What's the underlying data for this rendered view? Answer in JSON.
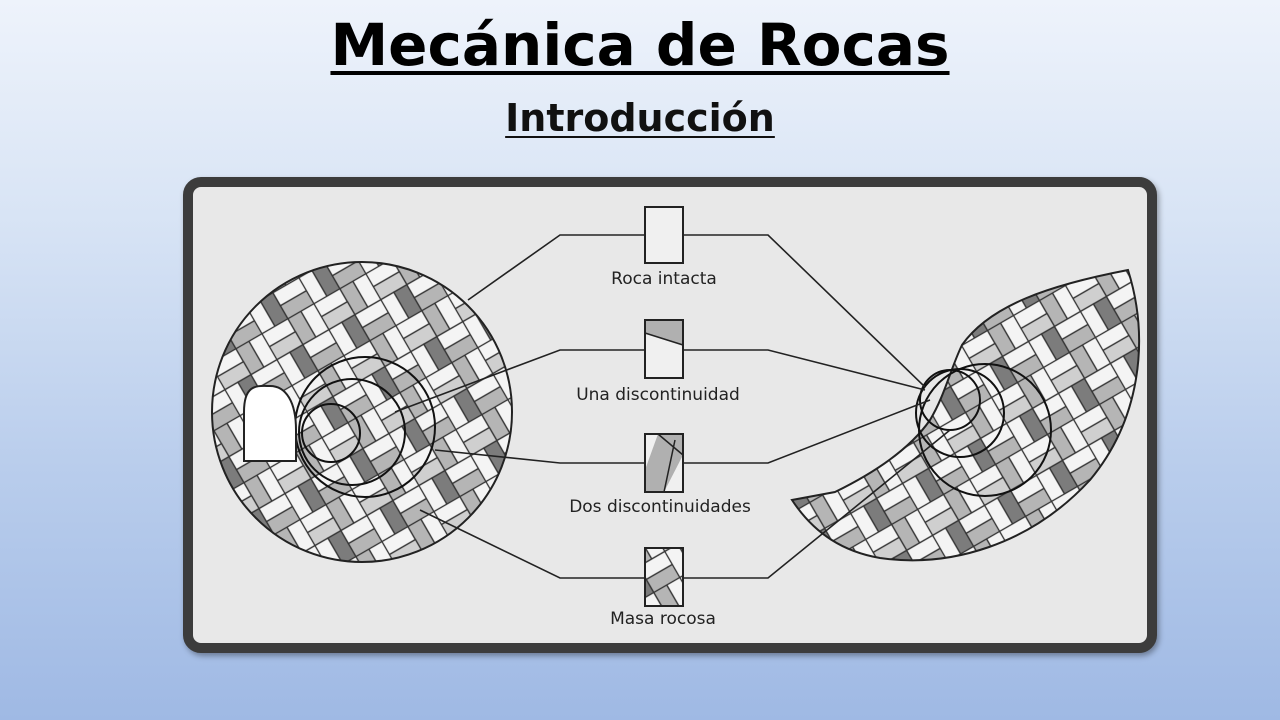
{
  "title": "Mecánica de Rocas",
  "subtitle": "Introducción",
  "diagram": {
    "samples": [
      {
        "label": "Roca intacta",
        "kind": "intact"
      },
      {
        "label": "Una discontinuidad",
        "kind": "one-joint"
      },
      {
        "label": "Dos discontinuidades",
        "kind": "two-joints"
      },
      {
        "label": "Masa rocosa",
        "kind": "rock-mass"
      }
    ]
  },
  "colors": {
    "frame_border": "#3c3c3c",
    "panel": "#e8e8e8",
    "brick_light": "#f4f4f4",
    "brick_mid": "#b5b5b5",
    "brick_dark": "#7c7c7c"
  }
}
